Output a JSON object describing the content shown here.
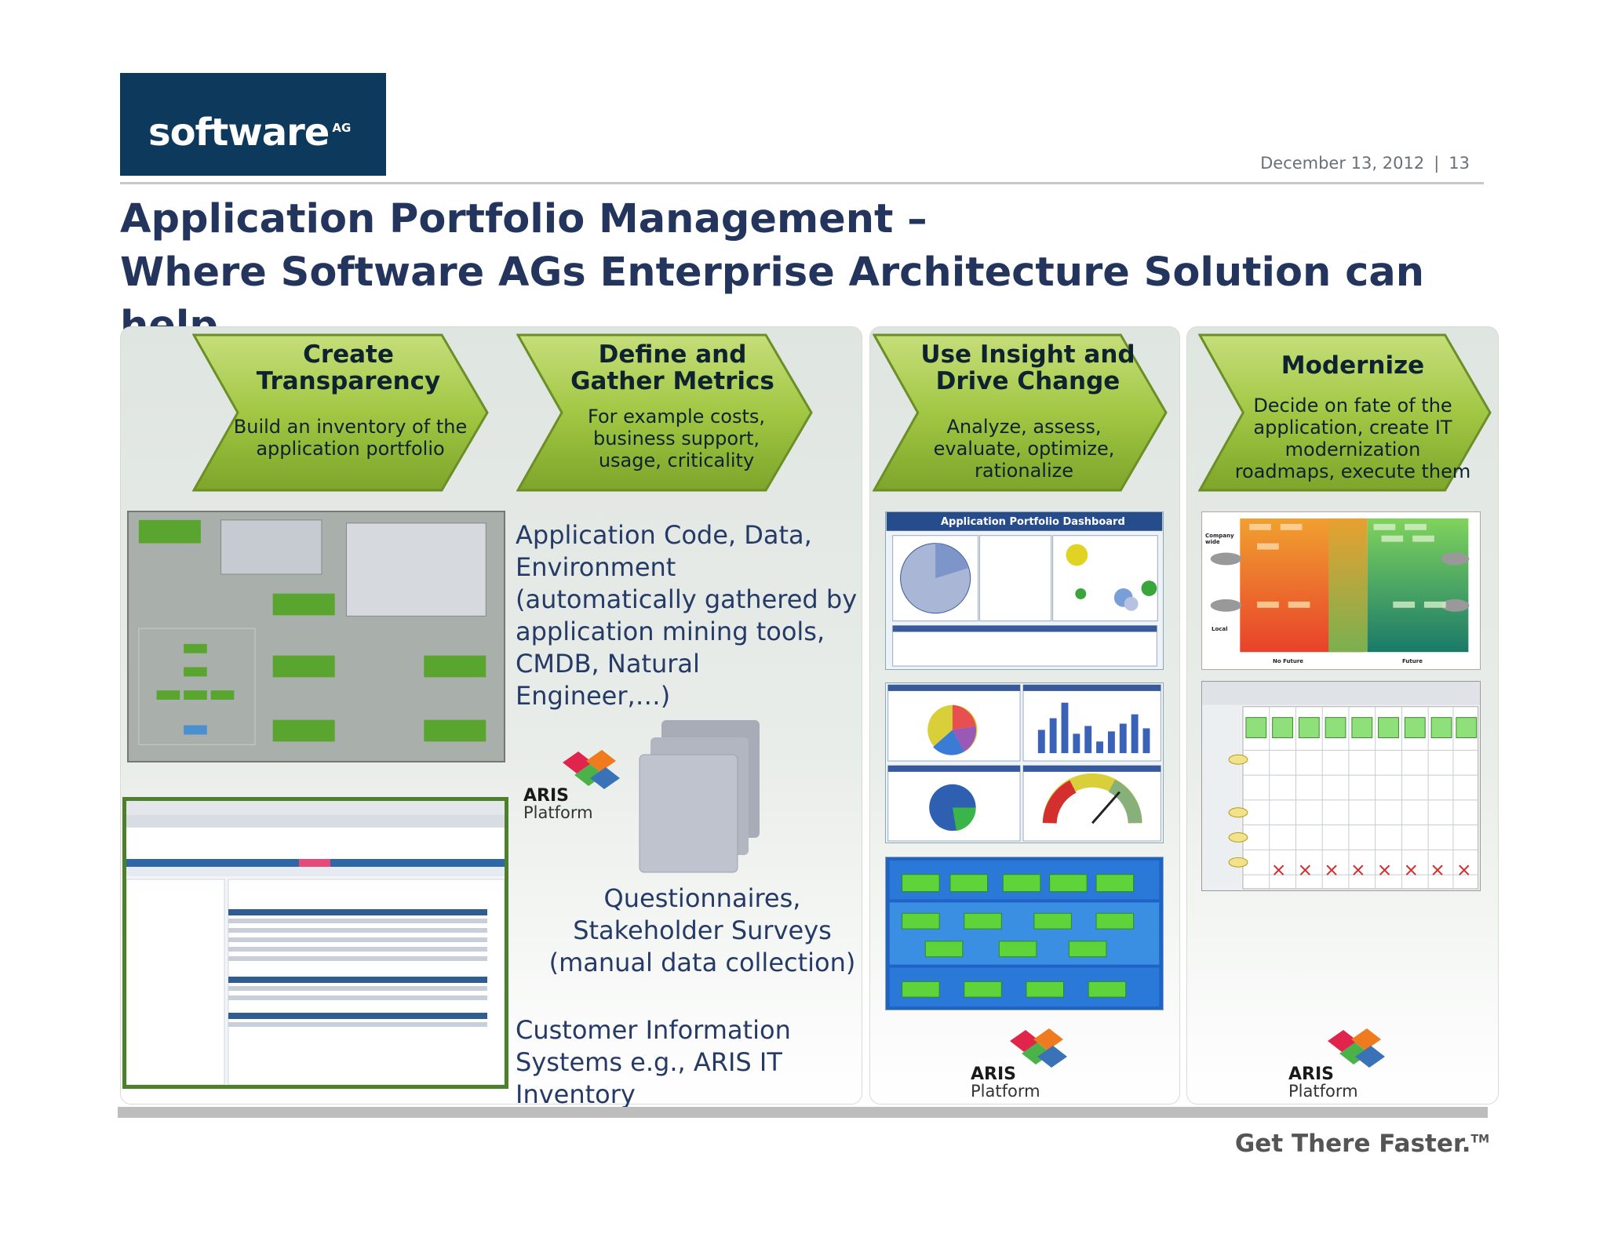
{
  "header": {
    "logo_text": "software",
    "logo_suffix": "AG",
    "date": "December 13, 2012",
    "separator": "|",
    "page_number": "13"
  },
  "title": {
    "line1": "Application Portfolio Management –",
    "line2": "Where Software AGs Enterprise Architecture Solution can help"
  },
  "steps": [
    {
      "title": "Create Transparency",
      "subtitle": "Build an inventory of the application portfolio"
    },
    {
      "title": "Define and Gather Metrics",
      "subtitle": "For example costs, business support, usage, criticality"
    },
    {
      "title": "Use Insight and Drive Change",
      "subtitle": "Analyze, assess, evaluate, optimize, rationalize"
    },
    {
      "title": "Modernize",
      "subtitle": "Decide on fate of the application, create IT modernization roadmaps, execute them"
    }
  ],
  "sources": {
    "automatic": "Application Code, Data, Environment (automatically gathered by application mining tools, CMDB, Natural Engineer,…)",
    "manual": "Questionnaires, Stakeholder Surveys (manual data collection)",
    "systems": "Customer Information Systems e.g., ARIS IT Inventory"
  },
  "aris_logo": {
    "word": "ARIS",
    "platform": "Platform"
  },
  "dashboard": {
    "title": "Application Portfolio Dashboard"
  },
  "modernize_matrix": {
    "row_top": "Company wide",
    "row_bottom": "Local",
    "col_left": "No Future",
    "col_right": "Future"
  },
  "footer": {
    "tagline": "Get There Faster.",
    "tm": "TM"
  },
  "colors": {
    "navy": "#0d3a5c",
    "title": "#24355d",
    "chevron_green": "#9ec43a",
    "text_blue": "#253a66"
  }
}
